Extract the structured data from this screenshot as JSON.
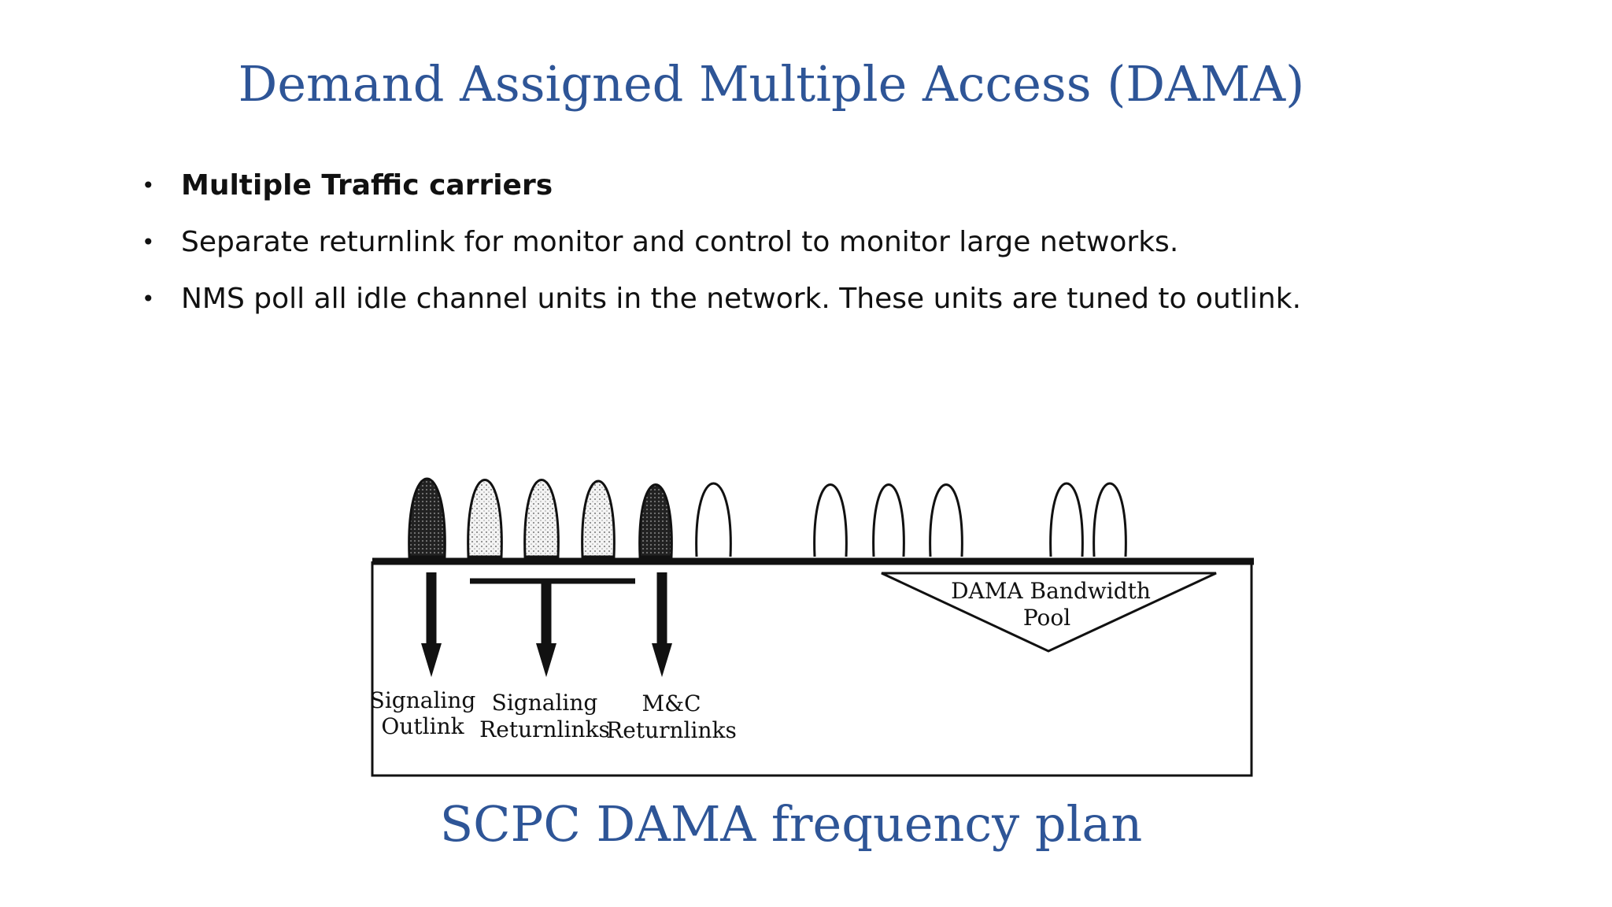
{
  "title": "Demand Assigned Multiple Access (DAMA)",
  "bullets": [
    {
      "text": "Multiple Traffic carriers",
      "bold": true
    },
    {
      "text": "Separate returnlink for monitor and control to monitor large networks.",
      "bold": false
    },
    {
      "text": "NMS poll all idle channel units in the network. These units are tuned to outlink.",
      "bold": false
    }
  ],
  "diagram": {
    "pool_label_line1": "DAMA Bandwidth",
    "pool_label_line2": "Pool",
    "labels": [
      {
        "line1": "Signaling",
        "line2": "Outlink"
      },
      {
        "line1": "Signaling",
        "line2": "Returnlinks"
      },
      {
        "line1": "M&C",
        "line2": "Returnlinks"
      }
    ]
  },
  "caption": "SCPC DAMA frequency plan",
  "colors": {
    "accent": "#2e5597"
  }
}
